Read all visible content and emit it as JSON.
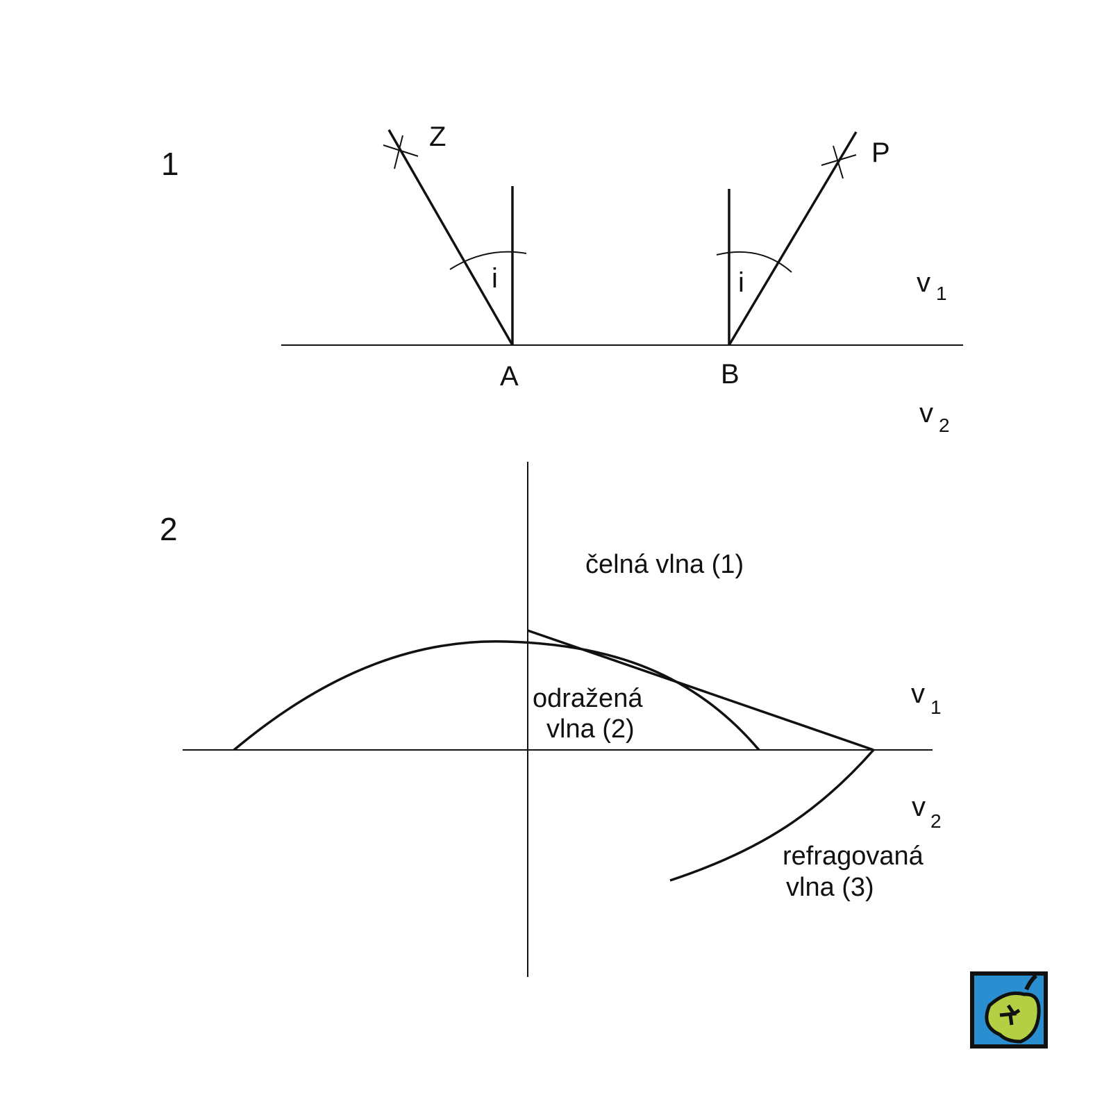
{
  "figure1": {
    "number": "1",
    "source_label": "Z",
    "receiver_label": "P",
    "point_a": "A",
    "point_b": "B",
    "angle_label": "i",
    "v1": {
      "base": "v",
      "sub": "1"
    },
    "v2": {
      "base": "v",
      "sub": "2"
    }
  },
  "figure2": {
    "number": "2",
    "head_wave": "čelná vlna (1)",
    "reflected_wave_line1": "odražená",
    "reflected_wave_line2": "vlna (2)",
    "refracted_wave_line1": "refragovaná",
    "refracted_wave_line2": "vlna (3)",
    "v1": {
      "base": "v",
      "sub": "1"
    },
    "v2": {
      "base": "v",
      "sub": "2"
    }
  },
  "logo": {
    "icon": "apple-logo",
    "colors": {
      "background": "#2a8fd0",
      "apple": "#b5cf45",
      "border": "#111111"
    }
  }
}
